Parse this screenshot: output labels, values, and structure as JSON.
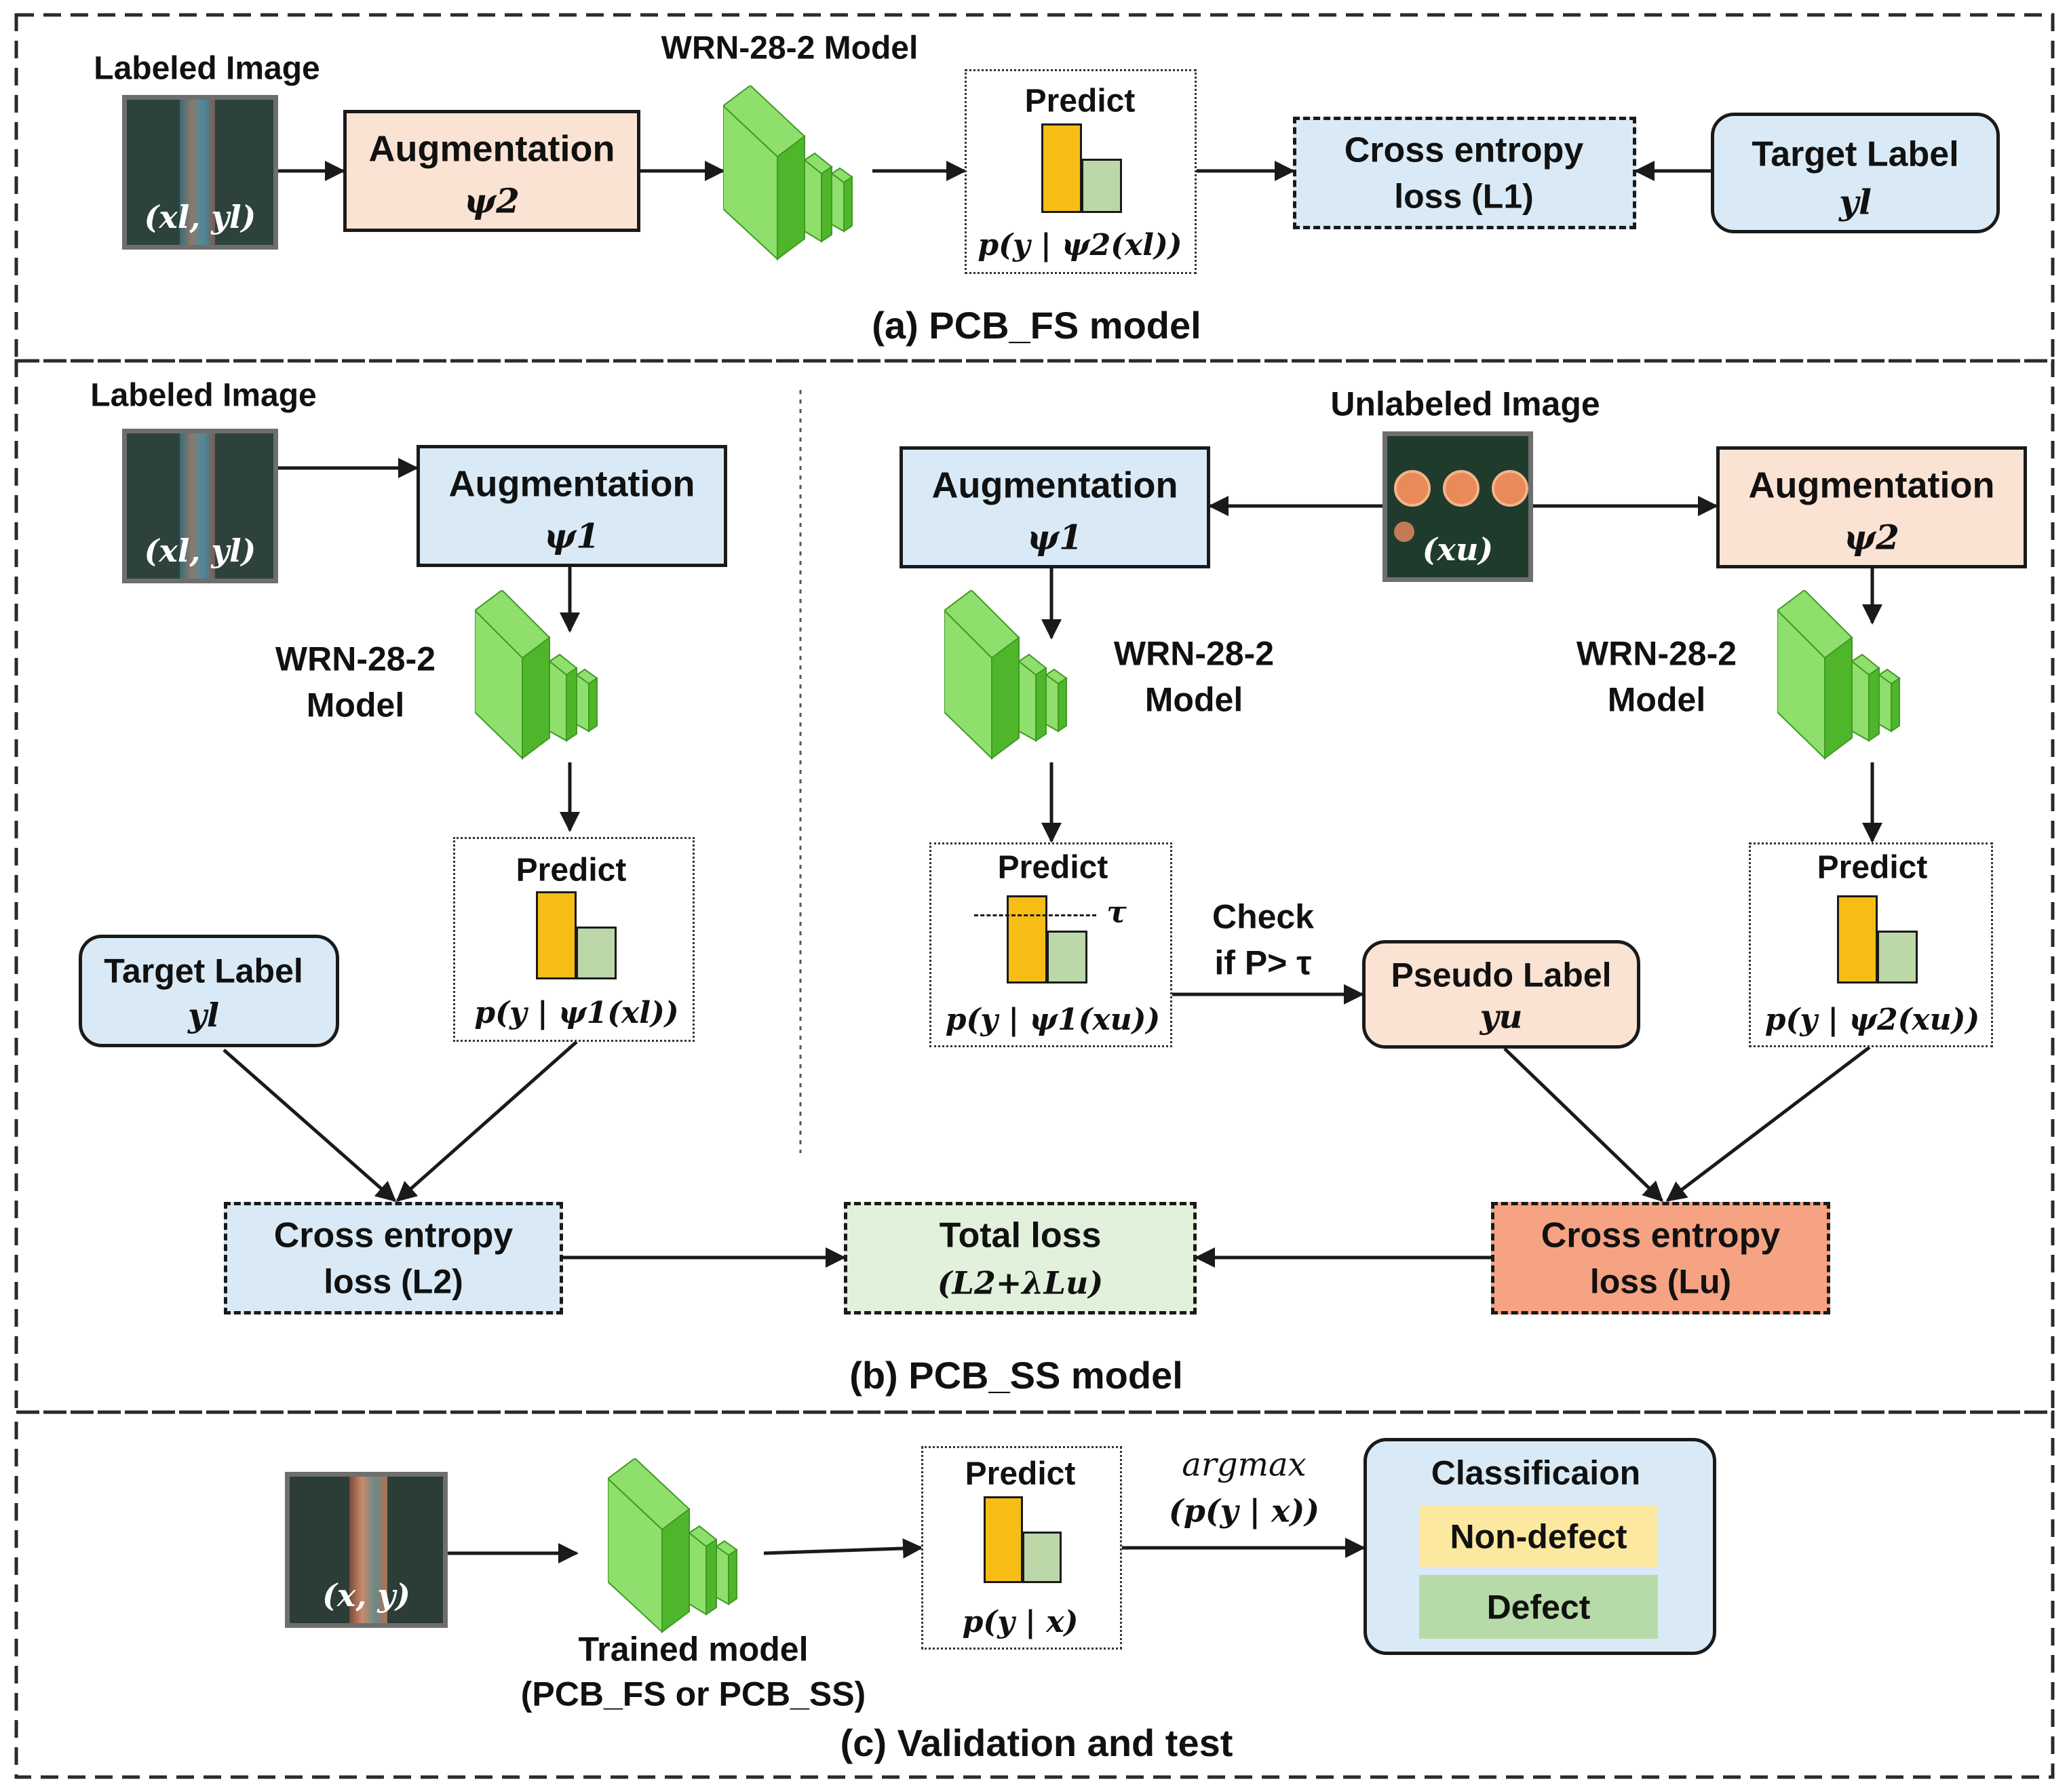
{
  "colors": {
    "peach": "#fbe3d3",
    "light_blue": "#d9eaf6",
    "light_green": "#e1f1db",
    "salmon": "#f5a383",
    "bar_yellow": "#f7bd14",
    "bar_green": "#bcd7a8",
    "model_green": "#5ec83c",
    "nondefect_yellow": "#fde8a0",
    "defect_green": "#b7dba8"
  },
  "panel_a": {
    "caption": "(a) PCB_FS model",
    "labeled_image_label": "Labeled Image",
    "image_tag": "(xl, yl)",
    "model_label": "WRN-28-2 Model",
    "aug_title": "Augmentation",
    "aug_sym": "ψ2",
    "predict_title": "Predict",
    "predict_formula": "p(y | ψ2(xl))",
    "loss_line1": "Cross entropy",
    "loss_line2": "loss (L1)",
    "target_title": "Target Label",
    "target_sym": "yl"
  },
  "panel_b": {
    "caption": "(b) PCB_SS model",
    "labeled_image_label": "Labeled Image",
    "labeled_tag": "(xl, yl)",
    "unlabeled_image_label": "Unlabeled Image",
    "unlabeled_tag": "(xu)",
    "aug_left_title": "Augmentation",
    "aug_left_sym": "ψ1",
    "aug_mid_title": "Augmentation",
    "aug_mid_sym": "ψ1",
    "aug_right_title": "Augmentation",
    "aug_right_sym": "ψ2",
    "model_left_line1": "WRN-28-2",
    "model_left_line2": "Model",
    "model_mid_line1": "WRN-28-2",
    "model_mid_line2": "Model",
    "model_right_line1": "WRN-28-2",
    "model_right_line2": "Model",
    "predict_left_title": "Predict",
    "predict_left_formula": "p(y | ψ1(xl))",
    "predict_mid_title": "Predict",
    "predict_mid_tau": "τ",
    "predict_mid_formula": "p(y | ψ1(xu))",
    "predict_right_title": "Predict",
    "predict_right_formula": "p(y | ψ2(xu))",
    "check_line1": "Check",
    "check_line2": "if P> τ",
    "pseudo_title": "Pseudo Label",
    "pseudo_sym": "yu",
    "target_title": "Target Label",
    "target_sym": "yl",
    "loss_left_line1": "Cross entropy",
    "loss_left_line2": "loss (L2)",
    "total_line1": "Total loss",
    "total_line2": "(L2+λLu)",
    "loss_right_line1": "Cross entropy",
    "loss_right_line2": "loss (Lu)"
  },
  "panel_c": {
    "caption": "(c) Validation and test",
    "image_tag": "(x, y)",
    "model_line1": "Trained model",
    "model_line2": "(PCB_FS or PCB_SS)",
    "predict_title": "Predict",
    "predict_formula": "p(y | x)",
    "argmax_line1": "argmax",
    "argmax_line2": "(p(y | x))",
    "class_title": "Classificaion",
    "class_nondefect": "Non-defect",
    "class_defect": "Defect"
  }
}
